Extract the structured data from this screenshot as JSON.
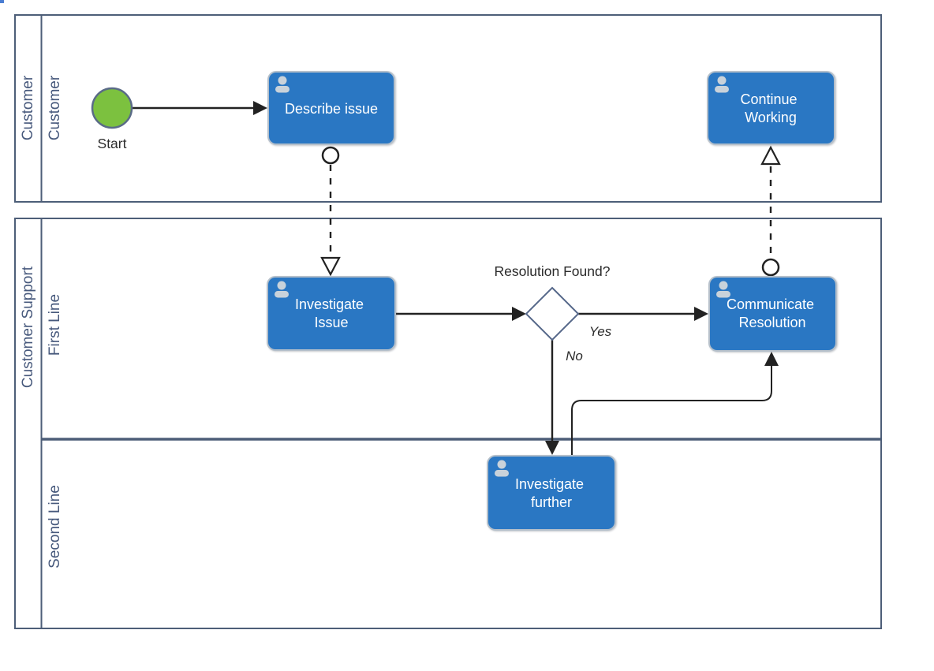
{
  "diagram": {
    "kind": "bpmn-swimlane-process",
    "pools": [
      {
        "name": "Customer",
        "lanes": [
          {
            "name": "Customer"
          }
        ]
      },
      {
        "name": "Customer Support",
        "lanes": [
          {
            "name": "First Line"
          },
          {
            "name": "Second Line"
          }
        ]
      }
    ],
    "nodes": {
      "start": {
        "type": "start-event",
        "label": "Start"
      },
      "describe_issue": {
        "type": "user-task",
        "label": "Describe issue",
        "icon": "user-icon"
      },
      "continue_working": {
        "type": "user-task",
        "line1": "Continue",
        "line2": "Working",
        "icon": "user-icon"
      },
      "investigate_issue": {
        "type": "user-task",
        "line1": "Investigate",
        "line2": "Issue",
        "icon": "user-icon"
      },
      "communicate_resolution": {
        "type": "user-task",
        "line1": "Communicate",
        "line2": "Resolution",
        "icon": "user-icon"
      },
      "investigate_further": {
        "type": "user-task",
        "line1": "Investigate",
        "line2": "further",
        "icon": "user-icon"
      },
      "gateway": {
        "type": "exclusive-gateway",
        "label": "Resolution Found?"
      }
    },
    "edge_labels": {
      "yes": "Yes",
      "no": "No"
    },
    "flows": [
      {
        "from": "start",
        "to": "describe_issue",
        "style": "sequence"
      },
      {
        "from": "describe_issue",
        "to": "investigate_issue",
        "style": "message-dashed"
      },
      {
        "from": "investigate_issue",
        "to": "gateway",
        "style": "sequence"
      },
      {
        "from": "gateway",
        "to": "communicate_resolution",
        "style": "sequence",
        "label": "Yes"
      },
      {
        "from": "gateway",
        "to": "investigate_further",
        "style": "sequence",
        "label": "No"
      },
      {
        "from": "investigate_further",
        "to": "communicate_resolution",
        "style": "sequence"
      },
      {
        "from": "communicate_resolution",
        "to": "continue_working",
        "style": "message-dashed"
      }
    ],
    "colors": {
      "task_fill": "#2a77c3",
      "task_border": "#b4bfca",
      "task_text": "#ffffff",
      "start_fill": "#7cc13f",
      "start_border": "#5a6b87",
      "pool_border": "#4d5e78",
      "pool_label_text": "#47597c",
      "gateway_border": "#56688a",
      "flow_line": "#222222",
      "user_icon": "#c9d2da"
    }
  }
}
